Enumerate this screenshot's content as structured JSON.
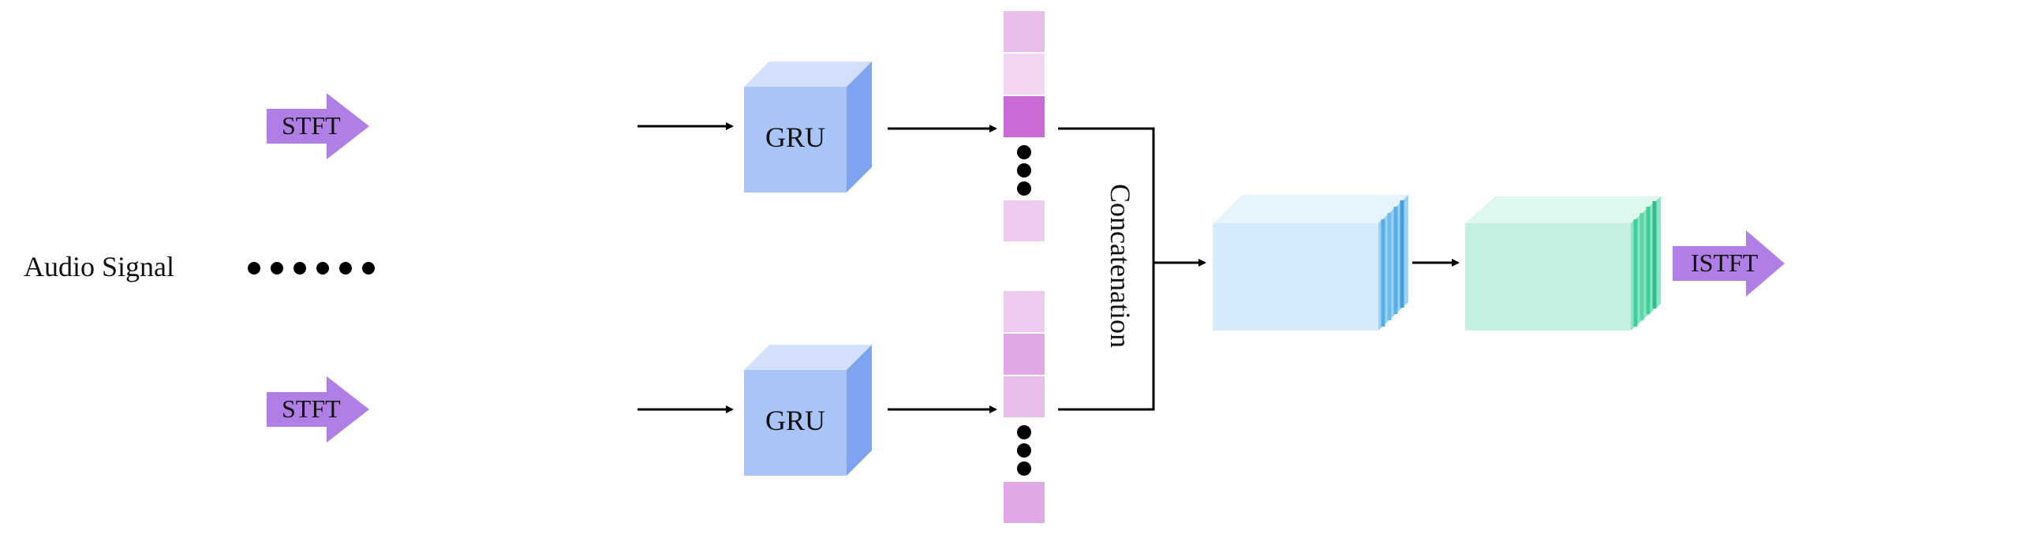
{
  "labels": {
    "audio_signal": "Audio Signal",
    "stft_top": "STFT",
    "stft_bottom": "STFT",
    "gru_top": "GRU",
    "gru_bottom": "GRU",
    "concatenation": "Concatenation",
    "istft": "ISTFT"
  },
  "colors": {
    "audio_wave_top": "#f0e38c",
    "audio_wave_bottom": "#5fd3e6",
    "spec_wave_top": "#f2b6ee",
    "spec_wave_bottom": "#8f52cc",
    "out_wave_top": "#c24fb8",
    "out_wave_bottom": "#f2b08a",
    "stft_arrow": "#b07fe6",
    "gru_front": "#a9c4f7",
    "gru_top": "#d2e0fb",
    "gru_side": "#7fa4ef",
    "block1_front": "#d3ebfa",
    "block1_edge": "#58aee8",
    "block2_front": "#c3f0e0",
    "block2_edge": "#3fcf9e",
    "cell_light": "#f0cbf0",
    "cell_mid": "#e2a8e6",
    "cell_dark": "#c96ad6",
    "line": "#000000"
  },
  "icons": [
    "audio-waveform-icon",
    "spectrum-waveform-icon",
    "gru-cube-icon",
    "feature-block-icon",
    "output-waveform-icon"
  ]
}
